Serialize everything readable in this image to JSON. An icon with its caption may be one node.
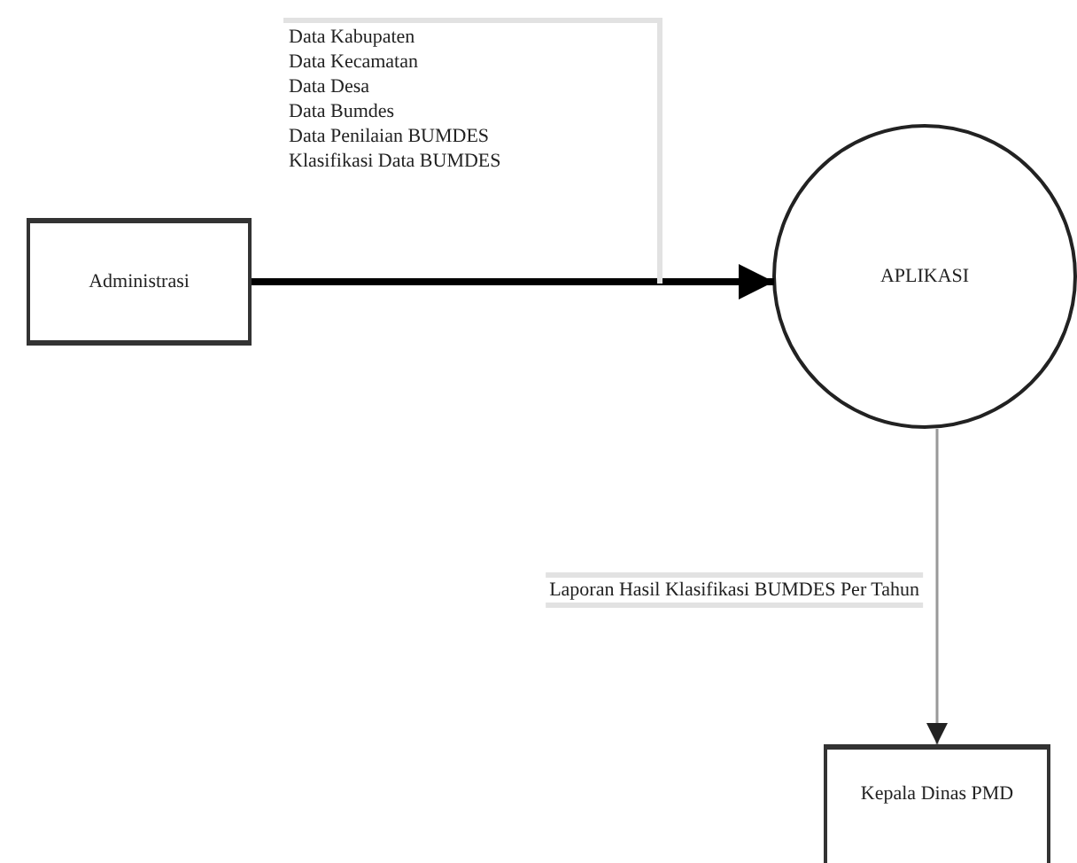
{
  "diagram": {
    "nodes": [
      {
        "text": [
          "Administrasi"
        ]
      },
      {
        "text": [
          "APLIKASI"
        ]
      },
      {
        "text": [
          "Kepala Dinas PMD"
        ]
      }
    ],
    "edges": [
      {
        "from": 0,
        "to": 1,
        "arrow": "to",
        "style": "thick"
      },
      {
        "from": 1,
        "to": 2,
        "arrow": "to",
        "label": "Laporan Hasil Klasifikasi BUMDES Per Tahun",
        "color": "#999999"
      }
    ],
    "labels": [
      "Data Kabupaten",
      "Data Kecamatan",
      "Data Desa",
      "Data Bumdes",
      "Data Penilaian BUMDES",
      "Klasifikasi Data BUMDES"
    ]
  }
}
